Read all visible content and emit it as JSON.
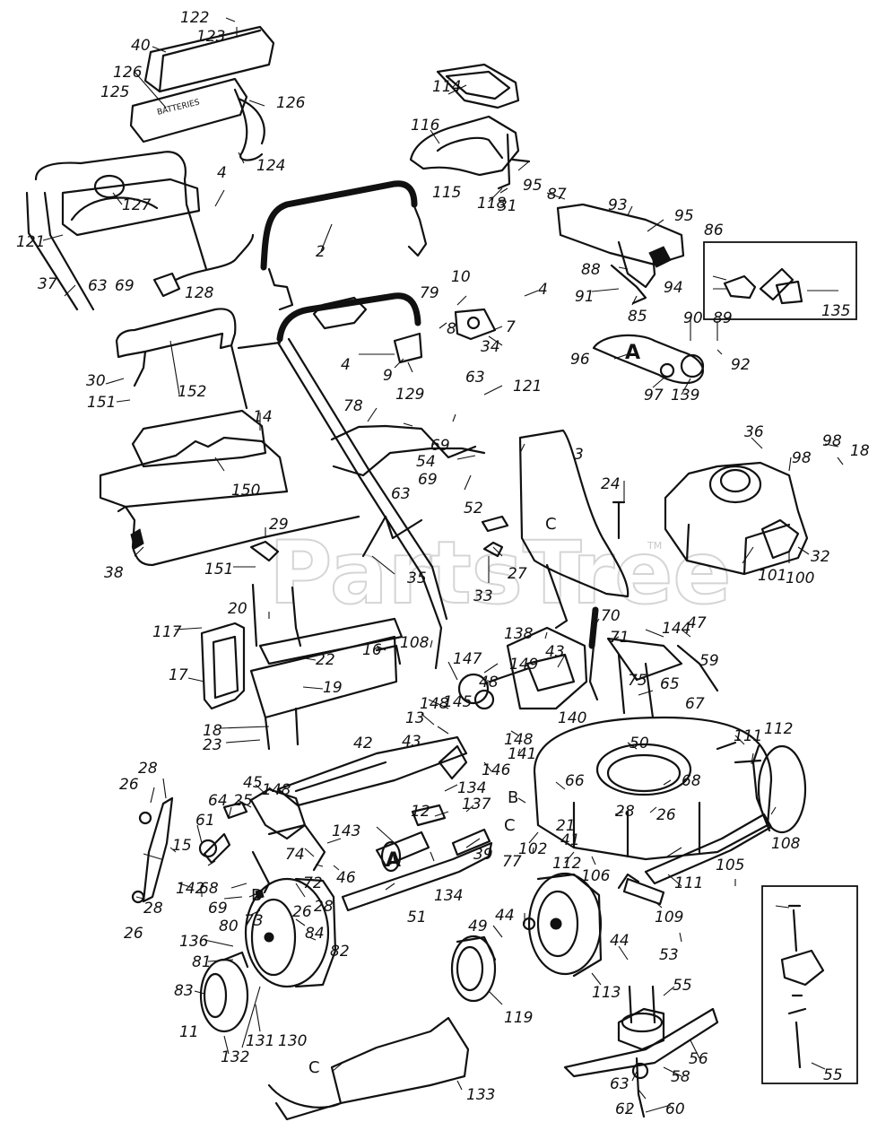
{
  "watermark": {
    "text": "PartsTree",
    "tm": "TM"
  },
  "battery_label": "BATTERIES",
  "callouts": {
    "c122": "122",
    "c123": "123",
    "c40": "40",
    "c126a": "126",
    "c125": "125",
    "c126b": "126",
    "c4a": "4",
    "c124": "124",
    "c127": "127",
    "c121a": "121",
    "c37": "37",
    "c63a": "63",
    "c69a": "69",
    "c128": "128",
    "c2": "2",
    "c114": "114",
    "c116": "116",
    "c115": "115",
    "c118": "118",
    "c31": "31",
    "c95a": "95",
    "c87": "87",
    "c93": "93",
    "c95b": "95",
    "c86": "86",
    "c88": "88",
    "c94": "94",
    "c91": "91",
    "c85": "85",
    "c135": "135",
    "c10": "10",
    "c4b": "4",
    "c79": "79",
    "c7": "7",
    "c8": "8",
    "c34": "34",
    "c9": "9",
    "c4c": "4",
    "c129": "129",
    "c90": "90",
    "c89": "89",
    "c92": "92",
    "c96": "96",
    "cA1": "A",
    "c97": "97",
    "c139": "139",
    "c30": "30",
    "c152": "152",
    "c151a": "151",
    "c14": "14",
    "c63b": "63",
    "c121b": "121",
    "c78": "78",
    "c69b": "69",
    "c54": "54",
    "c69c": "69",
    "c63c": "63",
    "c3": "3",
    "c36": "36",
    "c98a": "98",
    "c98b": "98",
    "c18a": "18",
    "c24": "24",
    "c150": "150",
    "c52": "52",
    "cC1": "C",
    "c29": "29",
    "c38": "38",
    "c151b": "151",
    "c35": "35",
    "c27": "27",
    "c33": "33",
    "c101": "101",
    "c100": "100",
    "c32": "32",
    "c20": "20",
    "c117": "117",
    "c108a": "108",
    "c16": "16",
    "c70": "70",
    "c71": "71",
    "c138": "138",
    "c43a": "43",
    "c144": "144",
    "c47": "47",
    "c59": "59",
    "c17": "17",
    "c22": "22",
    "c147": "147",
    "c149": "149",
    "c48": "48",
    "c19": "19",
    "c75": "75",
    "c65": "65",
    "c67": "67",
    "c18b": "18",
    "c23": "23",
    "c148a": "148",
    "c145": "145",
    "c13": "13",
    "c43b": "43",
    "c42": "42",
    "c148b": "148",
    "c140": "140",
    "c141": "141",
    "c146": "146",
    "c50": "50",
    "c111a": "111",
    "c112a": "112",
    "c28a": "28",
    "c26a": "26",
    "c45": "45",
    "c148c": "148",
    "c25": "25",
    "c134a": "134",
    "c66": "66",
    "c68a": "68",
    "c137": "137",
    "cB1": "B",
    "c28b": "28",
    "c26b": "26",
    "c21": "21",
    "c64": "64",
    "c12": "12",
    "cC2": "C",
    "c41": "41",
    "c15": "15",
    "c61": "61",
    "c143": "143",
    "c46": "46",
    "c74": "74",
    "c72": "72",
    "cA2": "A",
    "c39": "39",
    "c77": "77",
    "c102": "102",
    "c108b": "108",
    "c105": "105",
    "c142": "142",
    "c68b": "68",
    "cB2": "B",
    "c28c": "28",
    "c134b": "134",
    "c112b": "112",
    "c106": "106",
    "c111b": "111",
    "c28d": "28",
    "c26c": "26",
    "c69d": "69",
    "c73": "73",
    "c51": "51",
    "c109": "109",
    "c80": "80",
    "c26d": "26",
    "c84": "84",
    "c49": "49",
    "c44a": "44",
    "c136": "136",
    "c82": "82",
    "c44b": "44",
    "c53": "53",
    "c81": "81",
    "c83": "83",
    "c113": "113",
    "c55a": "55",
    "c119": "119",
    "c11": "11",
    "c131": "131",
    "c130": "130",
    "c132": "132",
    "c56": "56",
    "c58": "58",
    "c63d": "63",
    "c60": "60",
    "c62": "62",
    "cC3": "C",
    "c133": "133",
    "c55b": "55"
  }
}
